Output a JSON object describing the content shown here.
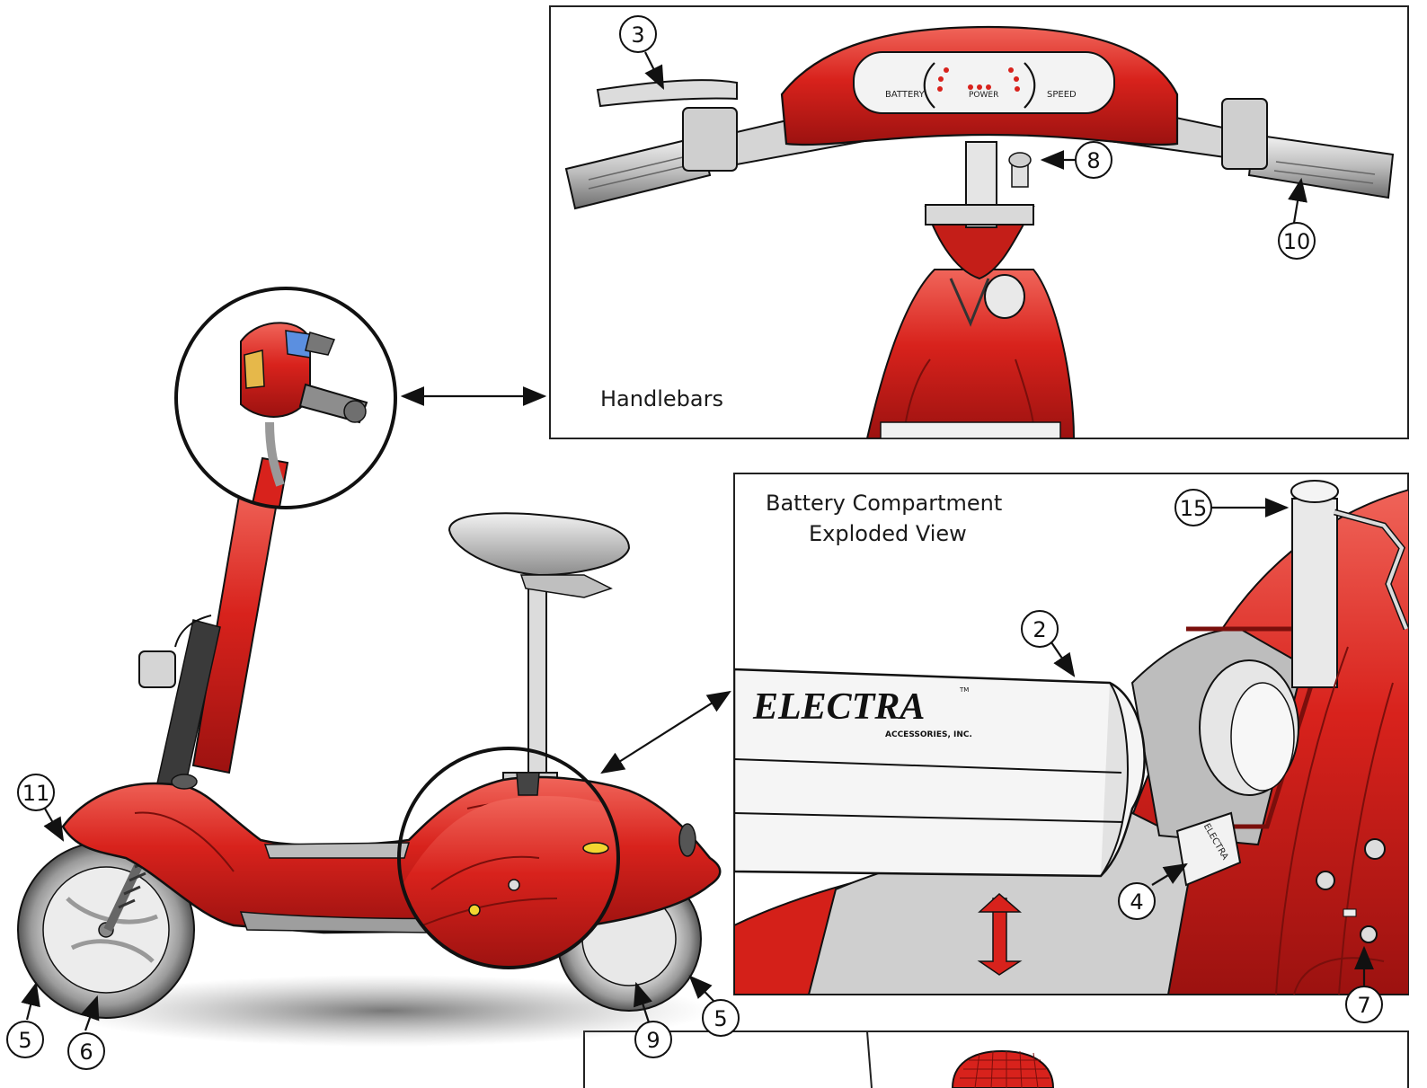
{
  "panels": {
    "handlebars": {
      "caption": "Handlebars"
    },
    "battery": {
      "caption_line1": "Battery Compartment",
      "caption_line2": "Exploded View"
    }
  },
  "dashboard": {
    "left": "BATTERY",
    "center": "POWER",
    "right": "SPEED"
  },
  "battery_brand": {
    "main": "ELECTRA",
    "tm": "TM",
    "sub": "ACCESSORIES, INC."
  },
  "charger_brand": "ELECTRA",
  "callouts": [
    {
      "id": "c3",
      "label": "3"
    },
    {
      "id": "c8",
      "label": "8"
    },
    {
      "id": "c10",
      "label": "10"
    },
    {
      "id": "c15",
      "label": "15"
    },
    {
      "id": "c2",
      "label": "2"
    },
    {
      "id": "c4",
      "label": "4"
    },
    {
      "id": "c7",
      "label": "7"
    },
    {
      "id": "c11",
      "label": "11"
    },
    {
      "id": "c5a",
      "label": "5"
    },
    {
      "id": "c6",
      "label": "6"
    },
    {
      "id": "c9",
      "label": "9"
    },
    {
      "id": "c5b",
      "label": "5"
    }
  ],
  "colors": {
    "body_red": "#d8221c",
    "red_dark": "#9c1210",
    "red_light": "#f26a5c",
    "tire": "#8a8a8a",
    "metal": "#c9c9c9"
  }
}
